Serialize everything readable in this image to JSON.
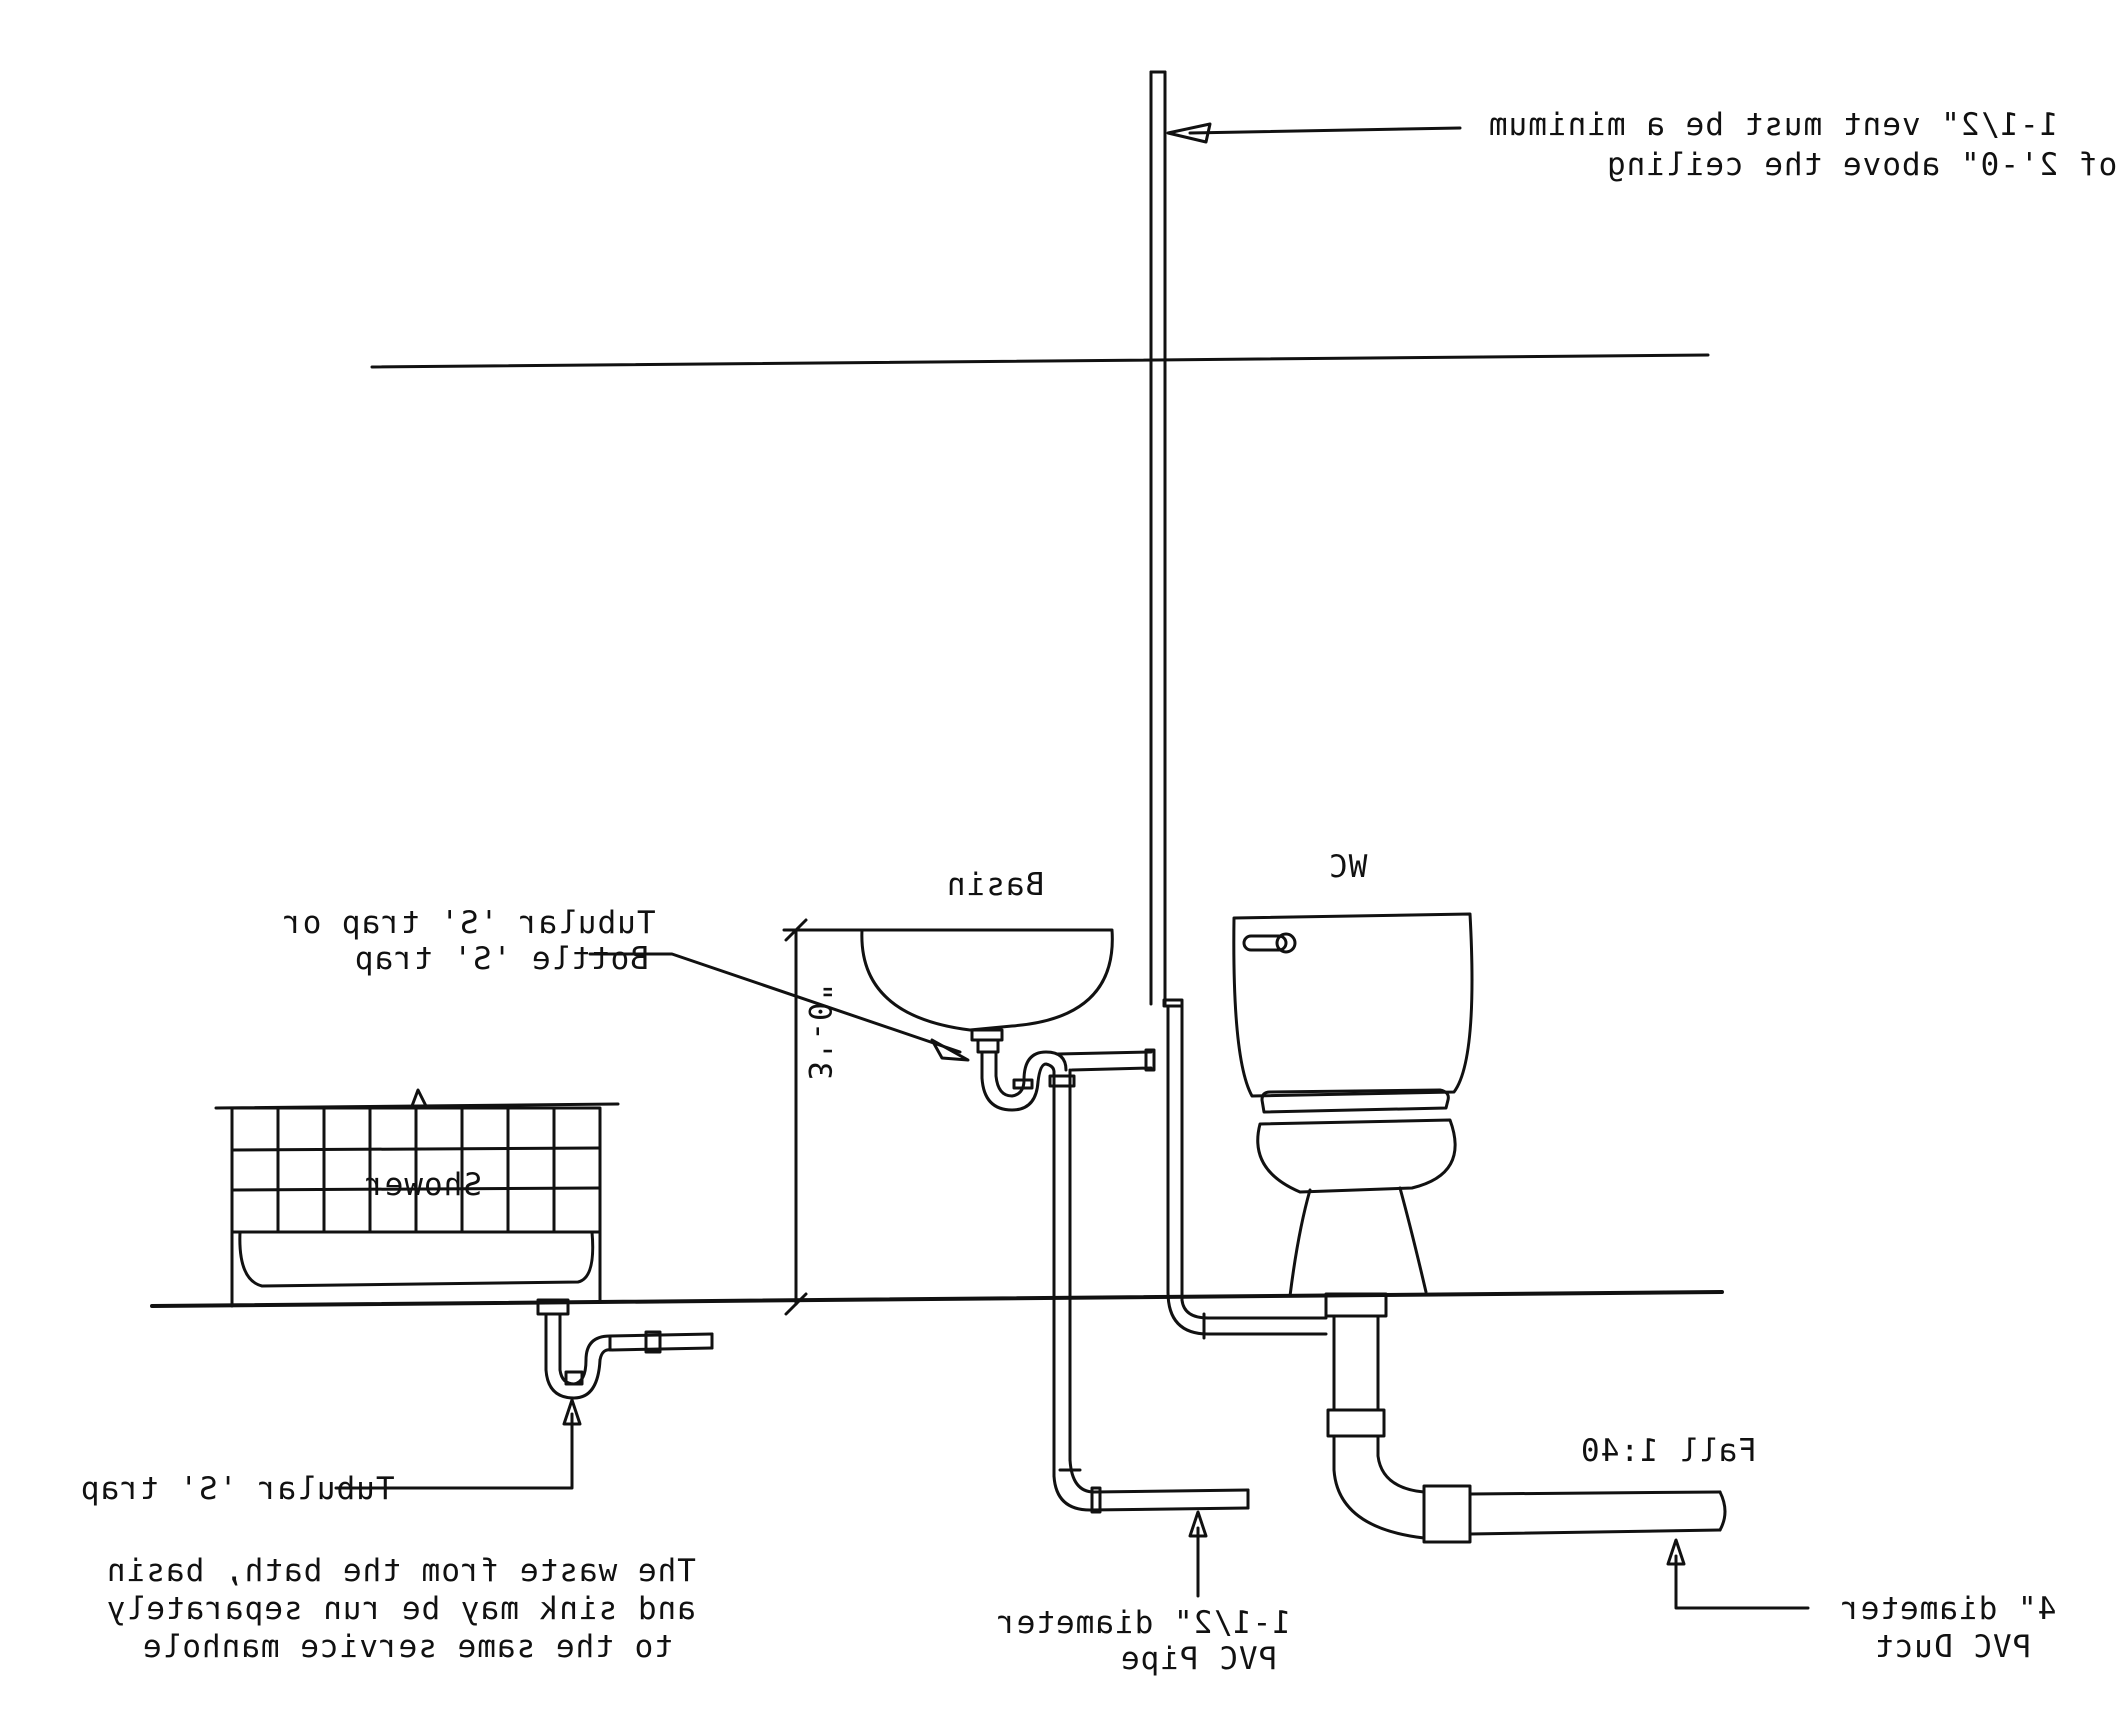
{
  "colors": {
    "line": "#111111",
    "background": "#ffffff"
  },
  "labels": {
    "vent_note_1": "1-1/2\" vent must be a minimum",
    "vent_note_2": "of 2'-0\" above the ceiling",
    "basin": "Basin",
    "wc": "WC",
    "basin_trap_1": "Tubular 'S' trap or",
    "basin_trap_2": "Bottle 'S' trap",
    "height_dim": "3'-0\"",
    "shower": "Shower",
    "shower_trap": "Tubular 'S' trap",
    "waste_note_1": "The waste from the bath, basin",
    "waste_note_2": "and sink may be run separately",
    "waste_note_3": "to the same service manhole",
    "pipe_1": "1-1/2\" diameter",
    "pipe_2": "PVC Pipe",
    "fall": "Fall 1:40",
    "duct_1": "4\" diameter",
    "duct_2": "PVC Duct"
  }
}
